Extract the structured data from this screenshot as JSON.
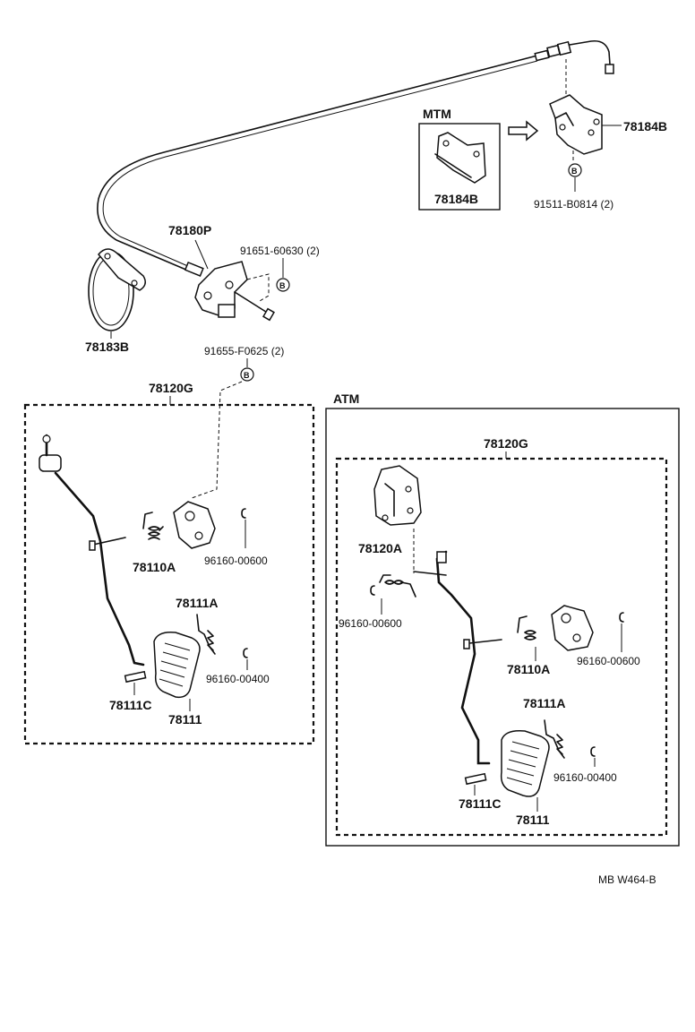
{
  "section_labels": {
    "mtm": "MTM",
    "atm": "ATM"
  },
  "callouts": {
    "bolt_mark": "B"
  },
  "parts": {
    "cable": "78180P",
    "clamp": "78183B",
    "bracket_right": "78184B",
    "bracket_mtm": "78184B",
    "bolt_cable_bracket": "91651-60630 (2)",
    "bolt_throttle_bracket": "91511-B0814 (2)",
    "bolt_pedal_bracket": "91655-F0625 (2)",
    "pedal_assy_left": "78120G",
    "pedal_assy_atm": "78120G",
    "spring_left": "78110A",
    "clip_left_a": "96160-00600",
    "spring_pad_left": "78111A",
    "clip_left_b": "96160-00400",
    "pin_left": "78111C",
    "pad_left": "78111",
    "bracket_atm": "78120A",
    "clip_atm_a": "96160-00600",
    "spring_atm": "78110A",
    "clip_atm_b": "96160-00600",
    "spring_pad_atm": "78111A",
    "clip_atm_c": "96160-00400",
    "pin_atm": "78111C",
    "pad_atm": "78111"
  },
  "drawing_code": "MB W464-B"
}
